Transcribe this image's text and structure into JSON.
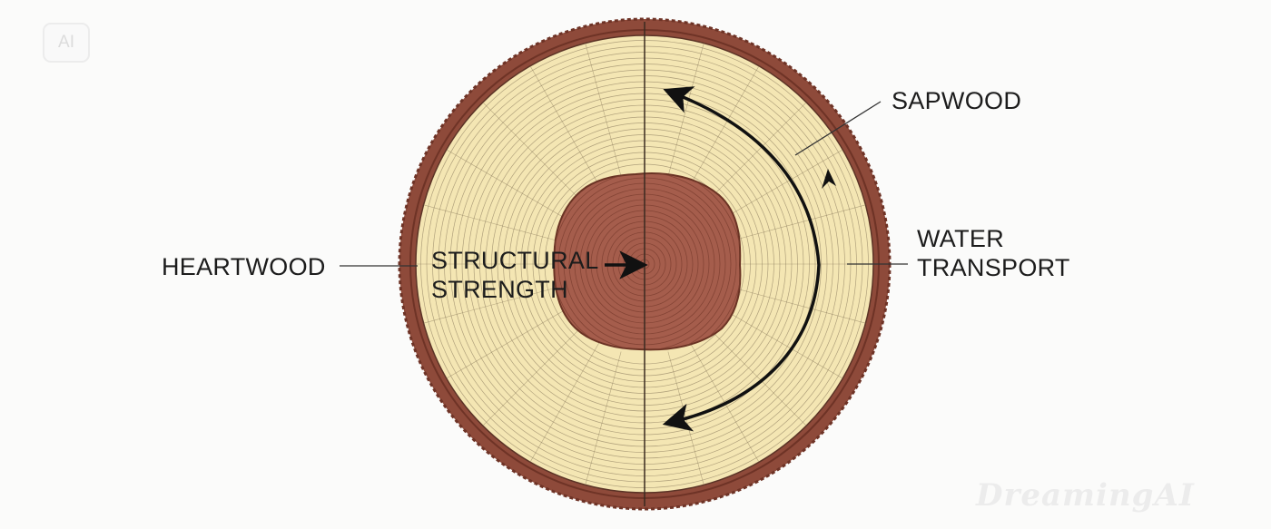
{
  "badge": {
    "text": "AI"
  },
  "watermark": {
    "text": "DreamingAI"
  },
  "labels": {
    "heartwood": "HEARTWOOD",
    "structural_line1": "STRUCTURAL",
    "structural_line2": "STRENGTH",
    "sapwood": "SAPWOOD",
    "water_line1": "WATER",
    "water_line2": "TRANSPORT"
  },
  "colors": {
    "background": "#fbfbfa",
    "bark": "#8e4a3a",
    "bark_dark": "#6e3326",
    "sapwood": "#f4e6b3",
    "heartwood": "#a55d4c",
    "ink": "#1c1c1c"
  },
  "icons": [
    "ai-badge-icon",
    "structural-arrow-icon",
    "circulation-arrow-icon",
    "small-arrowhead-icon"
  ]
}
